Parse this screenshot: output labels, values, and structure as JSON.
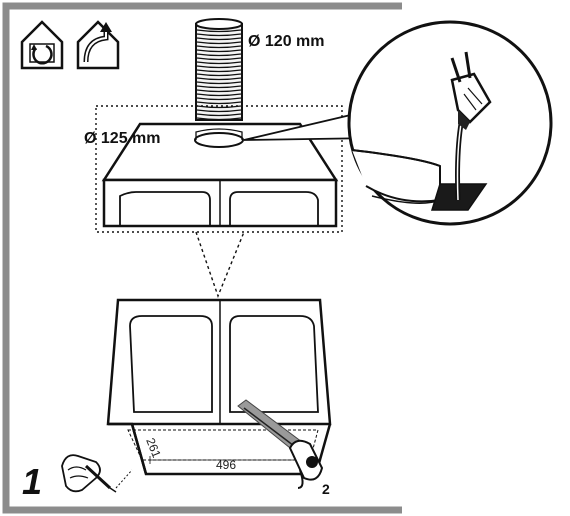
{
  "labels": {
    "duct_diameter": "Ø 120 mm",
    "hole_diameter": "Ø 125 mm",
    "cut_width": "496",
    "cut_depth": "261",
    "step_one": "1",
    "step_two": "2"
  },
  "icons": {
    "recirculation": "recirculation-mode-icon",
    "extraction": "extraction-mode-icon"
  },
  "colors": {
    "frame": "#8c8c8c",
    "line": "#111111",
    "saw_blade": "#9a9a9a"
  }
}
